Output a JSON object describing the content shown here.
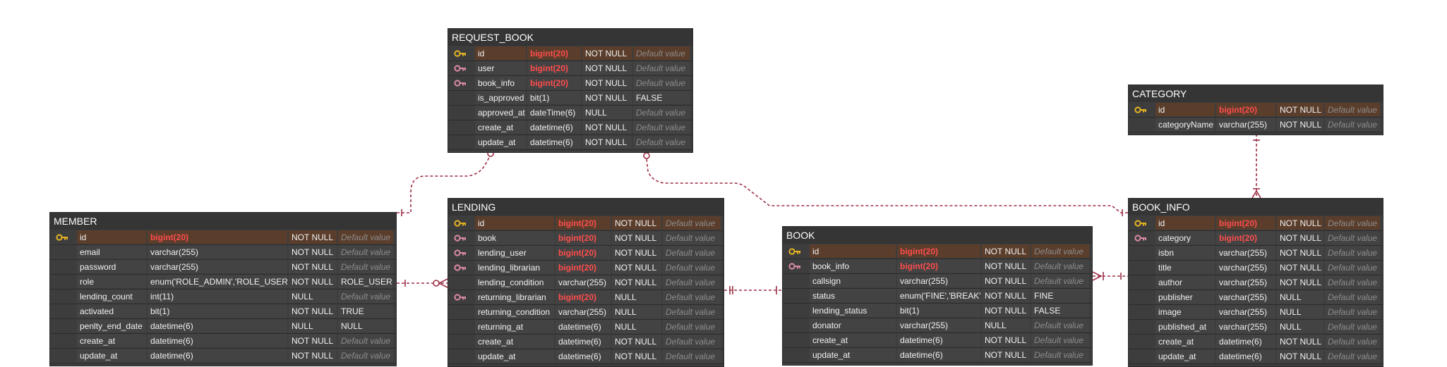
{
  "tables": {
    "request_book": {
      "title": "REQUEST_BOOK",
      "rows": [
        {
          "key": "pk",
          "name": "id",
          "type": "bigint(20)",
          "fk_type": true,
          "nullable": "NOT NULL",
          "default": "Default value",
          "default_placeholder": true
        },
        {
          "key": "fk",
          "name": "user",
          "type": "bigint(20)",
          "fk_type": true,
          "nullable": "NOT NULL",
          "default": "Default value",
          "default_placeholder": true
        },
        {
          "key": "fk",
          "name": "book_info",
          "type": "bigint(20)",
          "fk_type": true,
          "nullable": "NOT NULL",
          "default": "Default value",
          "default_placeholder": true
        },
        {
          "key": "",
          "name": "is_approved",
          "type": "bit(1)",
          "fk_type": false,
          "nullable": "NOT NULL",
          "default": "FALSE",
          "default_placeholder": false
        },
        {
          "key": "",
          "name": "approved_at",
          "type": "dateTime(6)",
          "fk_type": false,
          "nullable": "NULL",
          "default": "Default value",
          "default_placeholder": true
        },
        {
          "key": "",
          "name": "create_at",
          "type": "datetime(6)",
          "fk_type": false,
          "nullable": "NOT NULL",
          "default": "Default value",
          "default_placeholder": true
        },
        {
          "key": "",
          "name": "update_at",
          "type": "datetime(6)",
          "fk_type": false,
          "nullable": "NOT NULL",
          "default": "Default value",
          "default_placeholder": true
        }
      ]
    },
    "category": {
      "title": "CATEGORY",
      "rows": [
        {
          "key": "pk",
          "name": "id",
          "type": "bigint(20)",
          "fk_type": true,
          "nullable": "NOT NULL",
          "default": "Default value",
          "default_placeholder": true
        },
        {
          "key": "",
          "name": "categoryName",
          "type": "varchar(255)",
          "fk_type": false,
          "nullable": "NOT NULL",
          "default": "Default value",
          "default_placeholder": true
        }
      ]
    },
    "member": {
      "title": "MEMBER",
      "rows": [
        {
          "key": "pk",
          "name": "id",
          "type": "bigint(20)",
          "fk_type": true,
          "nullable": "NOT NULL",
          "default": "Default value",
          "default_placeholder": true
        },
        {
          "key": "",
          "name": "email",
          "type": "varchar(255)",
          "fk_type": false,
          "nullable": "NOT NULL",
          "default": "Default value",
          "default_placeholder": true
        },
        {
          "key": "",
          "name": "password",
          "type": "varchar(255)",
          "fk_type": false,
          "nullable": "NOT NULL",
          "default": "Default value",
          "default_placeholder": true
        },
        {
          "key": "",
          "name": "role",
          "type": "enum('ROLE_ADMIN','ROLE_USER')",
          "fk_type": false,
          "nullable": "NOT NULL",
          "default": "ROLE_USER",
          "default_placeholder": false
        },
        {
          "key": "",
          "name": "lending_count",
          "type": "int(11)",
          "fk_type": false,
          "nullable": "NULL",
          "default": "Default value",
          "default_placeholder": true
        },
        {
          "key": "",
          "name": "activated",
          "type": "bit(1)",
          "fk_type": false,
          "nullable": "NOT NULL",
          "default": "TRUE",
          "default_placeholder": false
        },
        {
          "key": "",
          "name": "penlty_end_date",
          "type": "datetime(6)",
          "fk_type": false,
          "nullable": "NULL",
          "default": "NULL",
          "default_placeholder": false
        },
        {
          "key": "",
          "name": "create_at",
          "type": "datetime(6)",
          "fk_type": false,
          "nullable": "NOT NULL",
          "default": "Default value",
          "default_placeholder": true
        },
        {
          "key": "",
          "name": "update_at",
          "type": "datetime(6)",
          "fk_type": false,
          "nullable": "NOT NULL",
          "default": "Default value",
          "default_placeholder": true
        }
      ]
    },
    "lending": {
      "title": "LENDING",
      "rows": [
        {
          "key": "pk",
          "name": "id",
          "type": "bigint(20)",
          "fk_type": true,
          "nullable": "NOT NULL",
          "default": "Default value",
          "default_placeholder": true
        },
        {
          "key": "fk",
          "name": "book",
          "type": "bigint(20)",
          "fk_type": true,
          "nullable": "NOT NULL",
          "default": "Default value",
          "default_placeholder": true
        },
        {
          "key": "fk",
          "name": "lending_user",
          "type": "bigint(20)",
          "fk_type": true,
          "nullable": "NOT NULL",
          "default": "Default value",
          "default_placeholder": true
        },
        {
          "key": "fk",
          "name": "lending_librarian",
          "type": "bigint(20)",
          "fk_type": true,
          "nullable": "NOT NULL",
          "default": "Default value",
          "default_placeholder": true
        },
        {
          "key": "",
          "name": "lending_condition",
          "type": "varchar(255)",
          "fk_type": false,
          "nullable": "NOT NULL",
          "default": "Default value",
          "default_placeholder": true
        },
        {
          "key": "fk",
          "name": "returning_librarian",
          "type": "bigint(20)",
          "fk_type": true,
          "nullable": "NULL",
          "default": "Default value",
          "default_placeholder": true
        },
        {
          "key": "",
          "name": "returning_condition",
          "type": "varchar(255)",
          "fk_type": false,
          "nullable": "NULL",
          "default": "Default value",
          "default_placeholder": true
        },
        {
          "key": "",
          "name": "returning_at",
          "type": "datetime(6)",
          "fk_type": false,
          "nullable": "NULL",
          "default": "Default value",
          "default_placeholder": true
        },
        {
          "key": "",
          "name": "create_at",
          "type": "datetime(6)",
          "fk_type": false,
          "nullable": "NOT NULL",
          "default": "Default value",
          "default_placeholder": true
        },
        {
          "key": "",
          "name": "update_at",
          "type": "datetime(6)",
          "fk_type": false,
          "nullable": "NOT NULL",
          "default": "Default value",
          "default_placeholder": true
        }
      ]
    },
    "book": {
      "title": "BOOK",
      "rows": [
        {
          "key": "pk",
          "name": "id",
          "type": "bigint(20)",
          "fk_type": true,
          "nullable": "NOT NULL",
          "default": "Default value",
          "default_placeholder": true
        },
        {
          "key": "fk",
          "name": "book_info",
          "type": "bigint(20)",
          "fk_type": true,
          "nullable": "NOT NULL",
          "default": "Default value",
          "default_placeholder": true
        },
        {
          "key": "",
          "name": "callsign",
          "type": "varchar(255)",
          "fk_type": false,
          "nullable": "NOT NULL",
          "default": "Default value",
          "default_placeholder": true
        },
        {
          "key": "",
          "name": "status",
          "type": "enum('FINE','BREAK','LOST')",
          "fk_type": false,
          "nullable": "NOT NULL",
          "default": "FINE",
          "default_placeholder": false
        },
        {
          "key": "",
          "name": "lending_status",
          "type": "bit(1)",
          "fk_type": false,
          "nullable": "NOT NULL",
          "default": "FALSE",
          "default_placeholder": false
        },
        {
          "key": "",
          "name": "donator",
          "type": "varchar(255)",
          "fk_type": false,
          "nullable": "NULL",
          "default": "Default value",
          "default_placeholder": true
        },
        {
          "key": "",
          "name": "create_at",
          "type": "datetime(6)",
          "fk_type": false,
          "nullable": "NOT NULL",
          "default": "Default value",
          "default_placeholder": true
        },
        {
          "key": "",
          "name": "update_at",
          "type": "datetime(6)",
          "fk_type": false,
          "nullable": "NOT NULL",
          "default": "Default value",
          "default_placeholder": true
        }
      ]
    },
    "book_info": {
      "title": "BOOK_INFO",
      "rows": [
        {
          "key": "pk",
          "name": "id",
          "type": "bigint(20)",
          "fk_type": true,
          "nullable": "NOT NULL",
          "default": "Default value",
          "default_placeholder": true
        },
        {
          "key": "fk",
          "name": "category",
          "type": "bigint(20)",
          "fk_type": true,
          "nullable": "NOT NULL",
          "default": "Default value",
          "default_placeholder": true
        },
        {
          "key": "",
          "name": "isbn",
          "type": "varchar(255)",
          "fk_type": false,
          "nullable": "NOT NULL",
          "default": "Default value",
          "default_placeholder": true
        },
        {
          "key": "",
          "name": "title",
          "type": "varchar(255)",
          "fk_type": false,
          "nullable": "NOT NULL",
          "default": "Default value",
          "default_placeholder": true
        },
        {
          "key": "",
          "name": "author",
          "type": "varchar(255)",
          "fk_type": false,
          "nullable": "NOT NULL",
          "default": "Default value",
          "default_placeholder": true
        },
        {
          "key": "",
          "name": "publisher",
          "type": "varchar(255)",
          "fk_type": false,
          "nullable": "NULL",
          "default": "Default value",
          "default_placeholder": true
        },
        {
          "key": "",
          "name": "image",
          "type": "varchar(255)",
          "fk_type": false,
          "nullable": "NULL",
          "default": "Default value",
          "default_placeholder": true
        },
        {
          "key": "",
          "name": "published_at",
          "type": "varchar(255)",
          "fk_type": false,
          "nullable": "NULL",
          "default": "Default value",
          "default_placeholder": true
        },
        {
          "key": "",
          "name": "create_at",
          "type": "datetime(6)",
          "fk_type": false,
          "nullable": "NOT NULL",
          "default": "Default value",
          "default_placeholder": true
        },
        {
          "key": "",
          "name": "update_at",
          "type": "datetime(6)",
          "fk_type": false,
          "nullable": "NOT NULL",
          "default": "Default value",
          "default_placeholder": true
        }
      ]
    }
  },
  "icons": {
    "pk": "primary-key-icon",
    "fk": "foreign-key-icon"
  },
  "colors": {
    "background": "#ffffff",
    "table_bg": "#3d3d3d",
    "pk_row": "#5a3d2b",
    "fk_type_text": "#ff4d4d",
    "placeholder_text": "#8c8c8c",
    "relationship_line": "#9c2f45",
    "pk_icon": "#e6b422",
    "fk_icon": "#d98aa4"
  }
}
